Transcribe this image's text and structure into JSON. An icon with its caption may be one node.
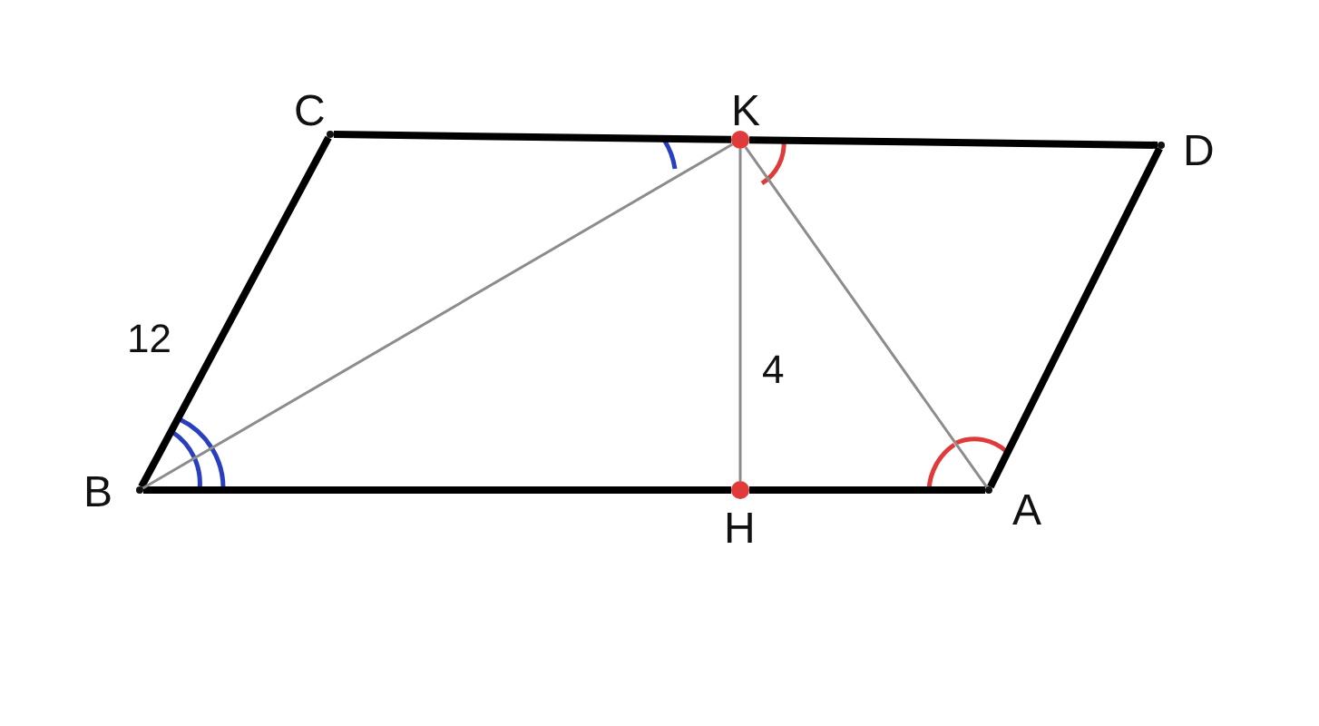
{
  "diagram": {
    "nodes": [
      {
        "text": [],
        "shape": "point"
      },
      {
        "text": [],
        "shape": "point"
      },
      {
        "text": [],
        "shape": "dot"
      },
      {
        "text": [],
        "shape": "point"
      },
      {
        "text": [],
        "shape": "point"
      },
      {
        "text": [],
        "shape": "dot"
      }
    ],
    "edges": [
      {
        "from": 0,
        "to": 1,
        "arrow": "none",
        "label": "12"
      },
      {
        "from": 1,
        "to": 2,
        "arrow": "none"
      },
      {
        "from": 2,
        "to": 3,
        "arrow": "none"
      },
      {
        "from": 3,
        "to": 4,
        "arrow": "none"
      },
      {
        "from": 4,
        "to": 5,
        "arrow": "none"
      },
      {
        "from": 5,
        "to": 0,
        "arrow": "none"
      },
      {
        "from": 0,
        "to": 2,
        "arrow": "none",
        "color": "#8c8c8c"
      },
      {
        "from": 2,
        "to": 5,
        "arrow": "none",
        "color": "#8c8c8c",
        "label": "4"
      },
      {
        "from": 2,
        "to": 4,
        "arrow": "none",
        "color": "#8c8c8c"
      }
    ],
    "labels": [
      "C",
      "K",
      "D",
      "B",
      "H",
      "A"
    ]
  }
}
